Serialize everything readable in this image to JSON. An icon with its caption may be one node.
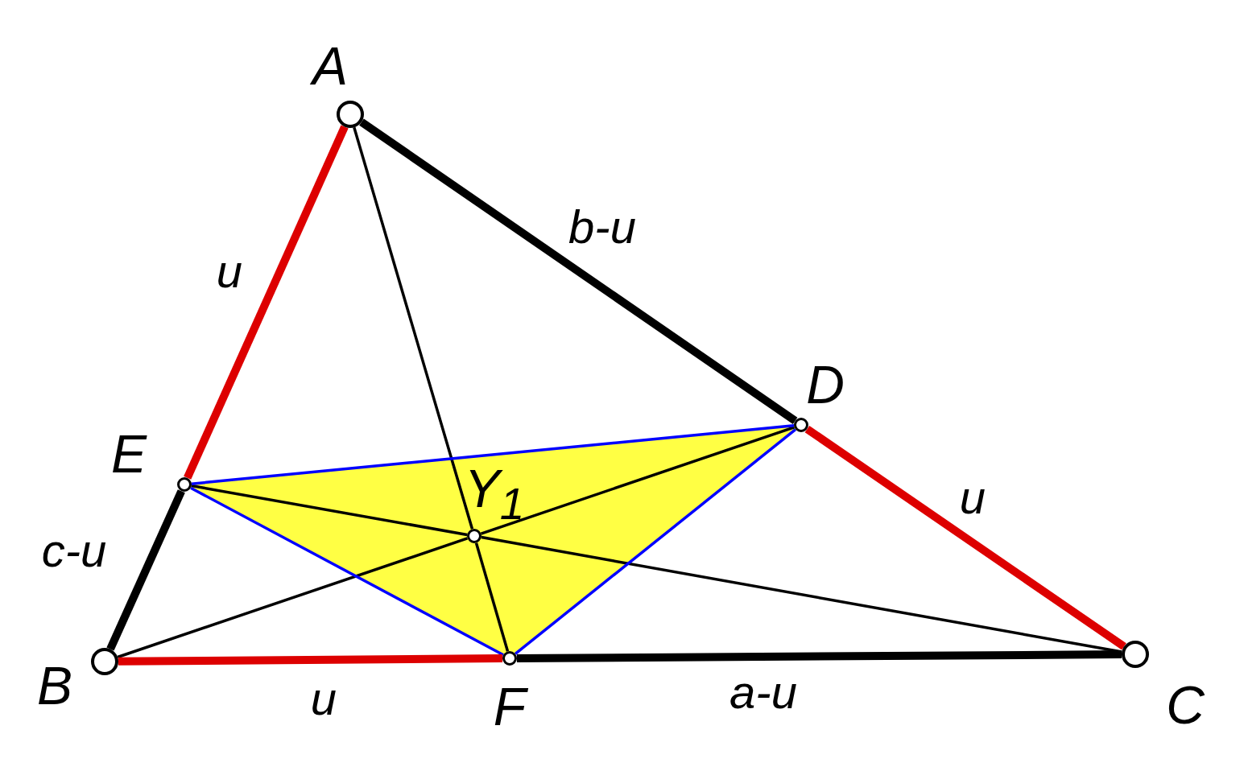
{
  "diagram": {
    "nodes": [
      {
        "text": [
          "A"
        ]
      },
      {
        "text": [
          "B"
        ]
      },
      {
        "text": [
          "C"
        ]
      },
      {
        "text": [
          "D"
        ]
      },
      {
        "text": [
          "E"
        ]
      },
      {
        "text": [
          "F"
        ]
      },
      {
        "text": [
          "Y$_{1}$"
        ]
      }
    ],
    "edges": [
      {
        "from": 0,
        "to": 4,
        "arrow": "none",
        "label": "u",
        "style": "thick",
        "color": "#dd0000"
      },
      {
        "from": 4,
        "to": 1,
        "arrow": "none",
        "label": "c-u",
        "style": "thick"
      },
      {
        "from": 0,
        "to": 3,
        "arrow": "none",
        "label": "b-u",
        "style": "thick"
      },
      {
        "from": 3,
        "to": 2,
        "arrow": "none",
        "label": "u",
        "style": "thick",
        "color": "#dd0000"
      },
      {
        "from": 1,
        "to": 5,
        "arrow": "none",
        "label": "u",
        "style": "thick",
        "color": "#dd0000"
      },
      {
        "from": 5,
        "to": 2,
        "arrow": "none",
        "label": "a-u",
        "style": "thick"
      },
      {
        "from": 0,
        "to": 6,
        "arrow": "none"
      },
      {
        "from": 6,
        "to": 5,
        "arrow": "none"
      },
      {
        "from": 1,
        "to": 6,
        "arrow": "none"
      },
      {
        "from": 6,
        "to": 3,
        "arrow": "none"
      },
      {
        "from": 4,
        "to": 6,
        "arrow": "none"
      },
      {
        "from": 6,
        "to": 2,
        "arrow": "none"
      },
      {
        "from": 4,
        "to": 3,
        "arrow": "none",
        "color": "#0000ff"
      },
      {
        "from": 4,
        "to": 5,
        "arrow": "none",
        "color": "#0000ff"
      },
      {
        "from": 5,
        "to": 3,
        "arrow": "none",
        "color": "#0000ff"
      }
    ]
  }
}
